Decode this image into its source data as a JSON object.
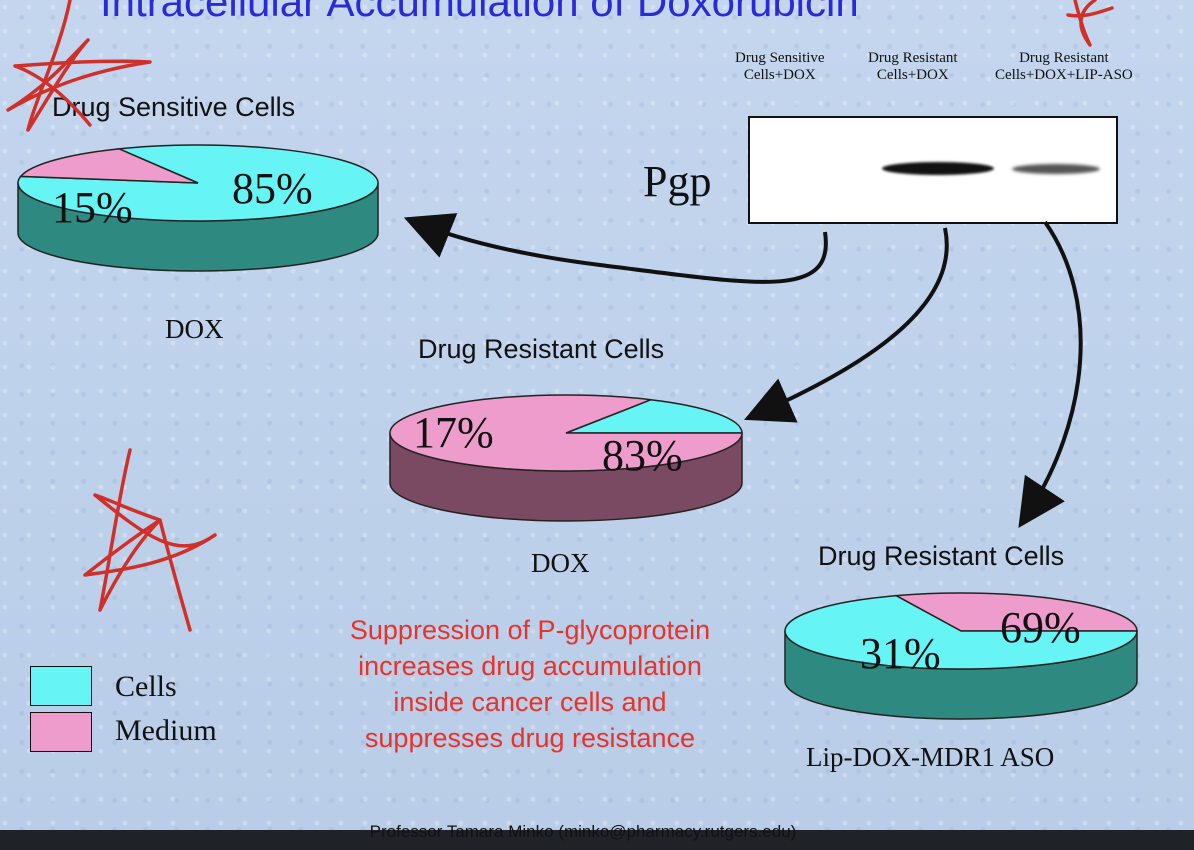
{
  "title": "Intracellular Accumulation of Doxorubicin",
  "colors": {
    "cells": "#66f4f4",
    "medium": "#ee9ccb",
    "cells_side": "#2e8a80",
    "medium_side": "#7a4a62",
    "message": "#e8322a",
    "title": "#2a2ad6",
    "annotation": "#d0302a"
  },
  "chart_data": [
    {
      "type": "pie",
      "title": "Drug Sensitive Cells",
      "xlabel": "DOX",
      "slices": [
        {
          "name": "Cells",
          "value": 85,
          "label": "85%"
        },
        {
          "name": "Medium",
          "value": 15,
          "label": "15%"
        }
      ]
    },
    {
      "type": "pie",
      "title": "Drug Resistant Cells",
      "xlabel": "DOX",
      "slices": [
        {
          "name": "Cells",
          "value": 17,
          "label": "17%"
        },
        {
          "name": "Medium",
          "value": 83,
          "label": "83%"
        }
      ]
    },
    {
      "type": "pie",
      "title": "Drug Resistant Cells",
      "xlabel": "Lip-DOX-MDR1 ASO",
      "slices": [
        {
          "name": "Cells",
          "value": 69,
          "label": "69%"
        },
        {
          "name": "Medium",
          "value": 31,
          "label": "31%"
        }
      ]
    }
  ],
  "legend": [
    {
      "label": "Cells"
    },
    {
      "label": "Medium"
    }
  ],
  "blot": {
    "protein": "Pgp",
    "lanes": [
      {
        "line1": "Drug Sensitive",
        "line2": "Cells+DOX",
        "band_intensity": 0
      },
      {
        "line1": "Drug Resistant",
        "line2": "Cells+DOX",
        "band_intensity": 1.0
      },
      {
        "line1": "Drug Resistant",
        "line2": "Cells+DOX+LIP-ASO",
        "band_intensity": 0.45
      }
    ]
  },
  "message": [
    "Suppression of P-glycoprotein",
    "increases drug accumulation",
    "inside cancer cells and",
    "suppresses drug resistance"
  ],
  "footer": "Professor Tamara Minko (minko@pharmacy.rutgers.edu)"
}
